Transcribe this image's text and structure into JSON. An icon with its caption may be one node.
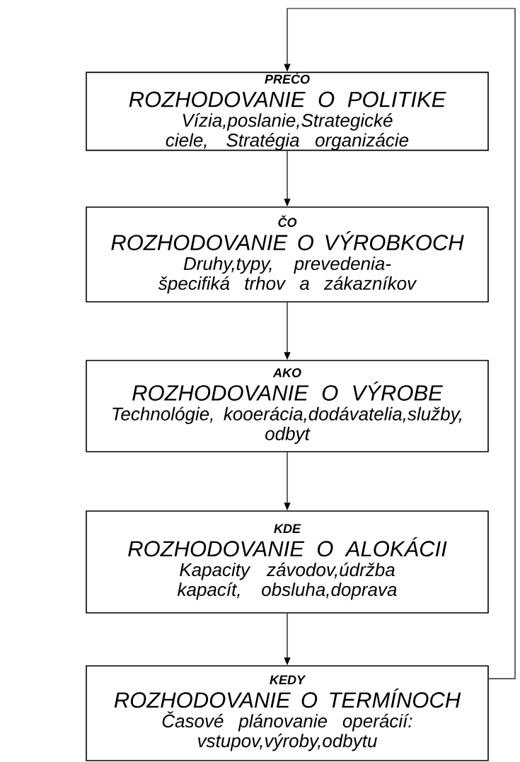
{
  "diagram": {
    "nodes": [
      {
        "text": [
          "PREĆO",
          "ROZHODOVANIE O POLITIKE",
          "Vízia,poslanie,Strategické ciele, Stratégia organizácie"
        ]
      },
      {
        "text": [
          "ČO",
          "ROZHODOVANIE O VÝROBKOCH",
          "Druhy,typy, prevedenia-špecifiká trhov a zákazníkov"
        ]
      },
      {
        "text": [
          "AKO",
          "ROZHODOVANIE O VÝROBE",
          "Technológie, kooerácia,dodávatelia,služby, odbyt"
        ]
      },
      {
        "text": [
          "KDE",
          "ROZHODOVANIE O ALOKÁCII",
          "Kapacity závodov,údržba kapacít, obsluha,doprava"
        ]
      },
      {
        "text": [
          "KEDY",
          "ROZHODOVANIE O TERMÍNOCH",
          "Časové plánovanie operácií: vstupov,výroby,odbytu"
        ]
      }
    ],
    "edges": [
      {
        "from": 0,
        "to": 1,
        "arrow": "to"
      },
      {
        "from": 1,
        "to": 2,
        "arrow": "to"
      },
      {
        "from": 2,
        "to": 3,
        "arrow": "to"
      },
      {
        "from": 3,
        "to": 4,
        "arrow": "to"
      },
      {
        "from": 4,
        "to": 0,
        "arrow": "to"
      }
    ]
  }
}
